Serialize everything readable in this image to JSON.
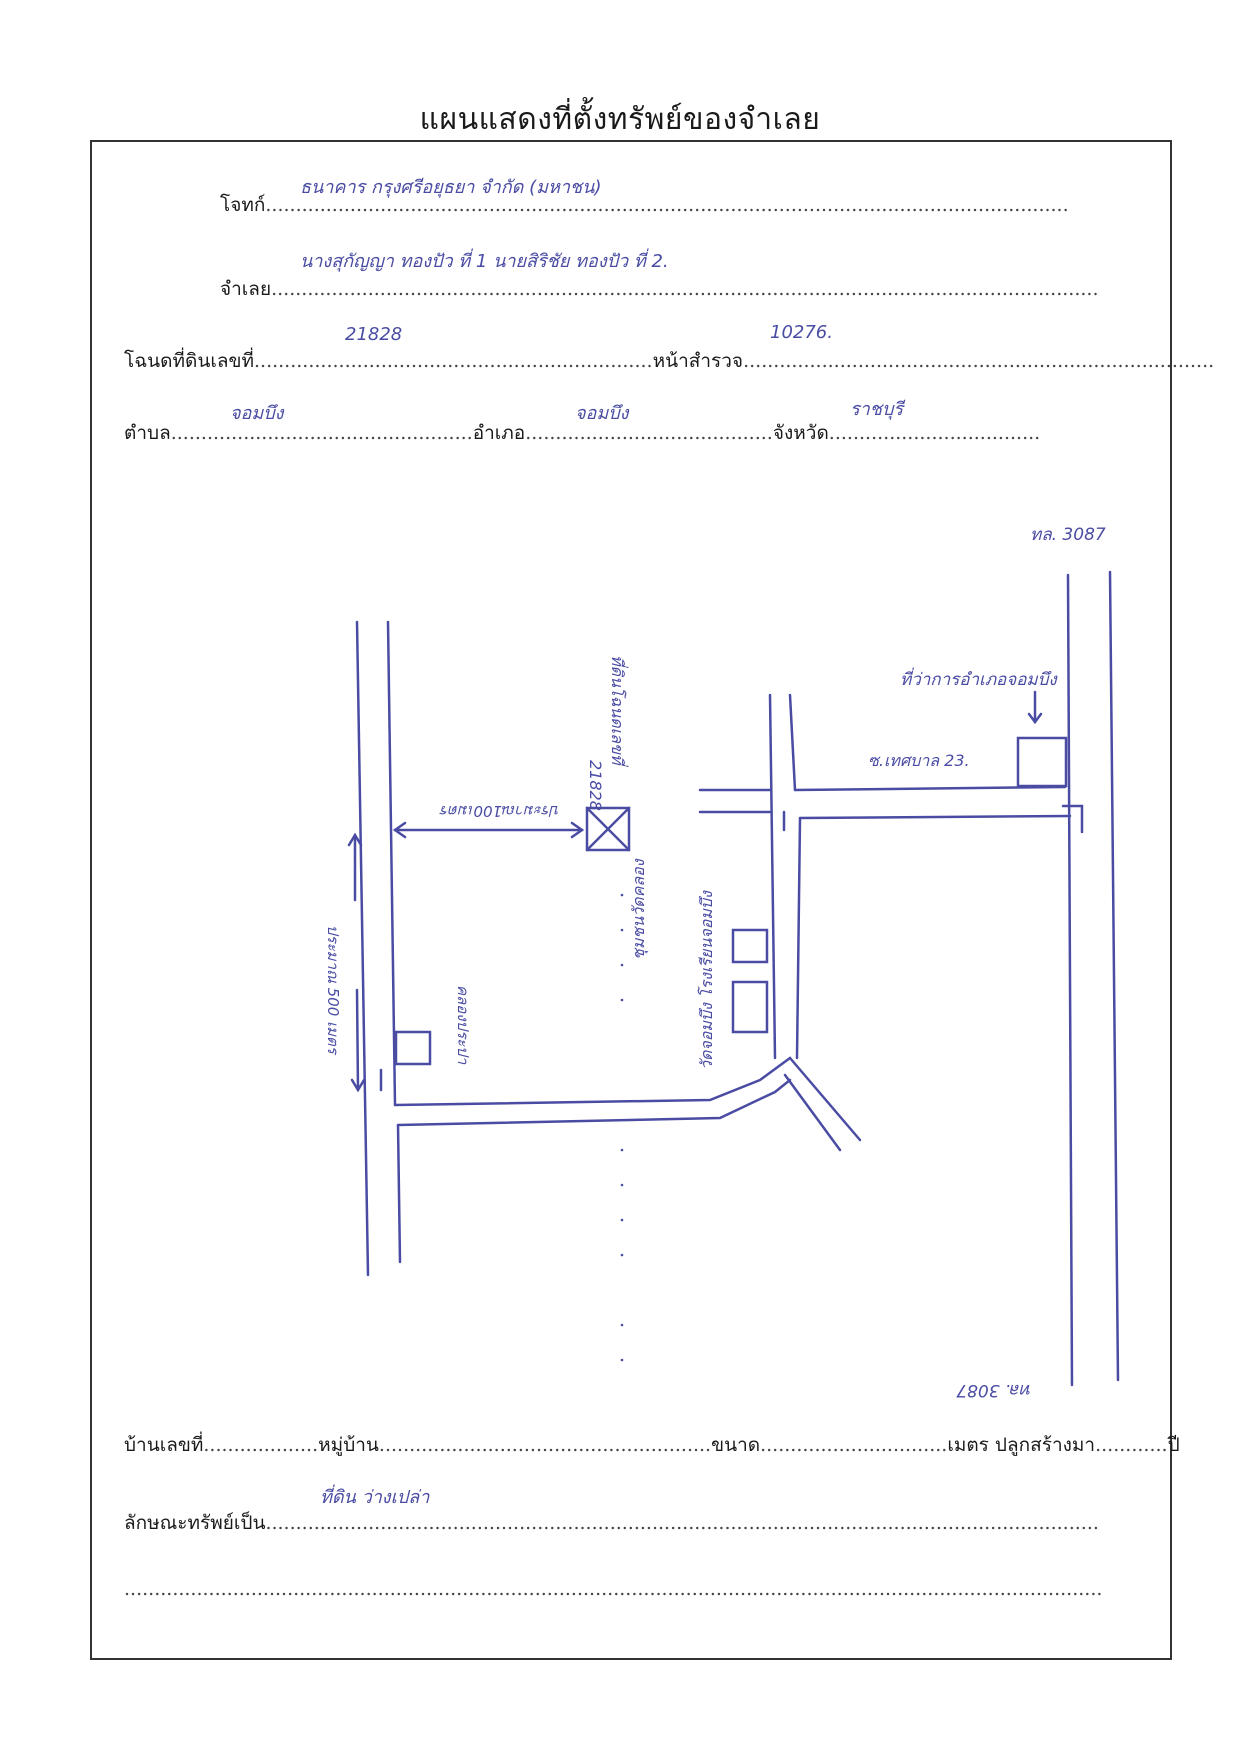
{
  "title": "แผนแสดงที่ตั้งทรัพย์ของจำเลย",
  "form": {
    "plaintiff_label": "โจทก์",
    "plaintiff_value": "ธนาคาร กรุงศรีอยุธยา จำกัด (มหาชน)",
    "defendant_label": "จำเลย",
    "defendant_value": "นางสุกัญญา ทองปัว ที่ 1 นายสิริชัย ทองปัว ที่ 2.",
    "deed_label": "โฉนดที่ดินเลขที่",
    "deed_value": "21828",
    "survey_label": "หน้าสำรวจ",
    "survey_value": "10276.",
    "subdistrict_label": "ตำบล",
    "subdistrict_value": "จอมบึง",
    "district_label": "อำเภอ",
    "district_value": "จอมบึง",
    "province_label": "จังหวัด",
    "province_value": "ราชบุรี",
    "house_no_label": "บ้านเลขที่",
    "village_label": "หมู่บ้าน",
    "size_label": "ขนาด",
    "meter_built_label": "เมตร ปลูกสร้างมา",
    "year_label": "ปี",
    "property_type_label": "ลักษณะทรัพย์เป็น",
    "property_type_value": "ที่ดิน ว่างเปล่า"
  },
  "map_labels": {
    "highway_top": "ทล. 3087",
    "highway_bottom": "ทล. 3087",
    "district_office": "ที่ว่าการอำเภอจอมบึง",
    "municipal_road": "ซ.เทศบาล 23.",
    "distance_to_property": "ประมาณ100เมตร",
    "deed_rotated": "21828",
    "property_rotated": "ที่ดินโฉนดเลขที่",
    "distance_left": "ประมาณ 500 เมตร",
    "canal": "คลองประปา",
    "kindergarten": "ชุมชนวัดคลอง",
    "temple_school": "วัดจอมบึง โรงเรียนจอมบึง"
  }
}
